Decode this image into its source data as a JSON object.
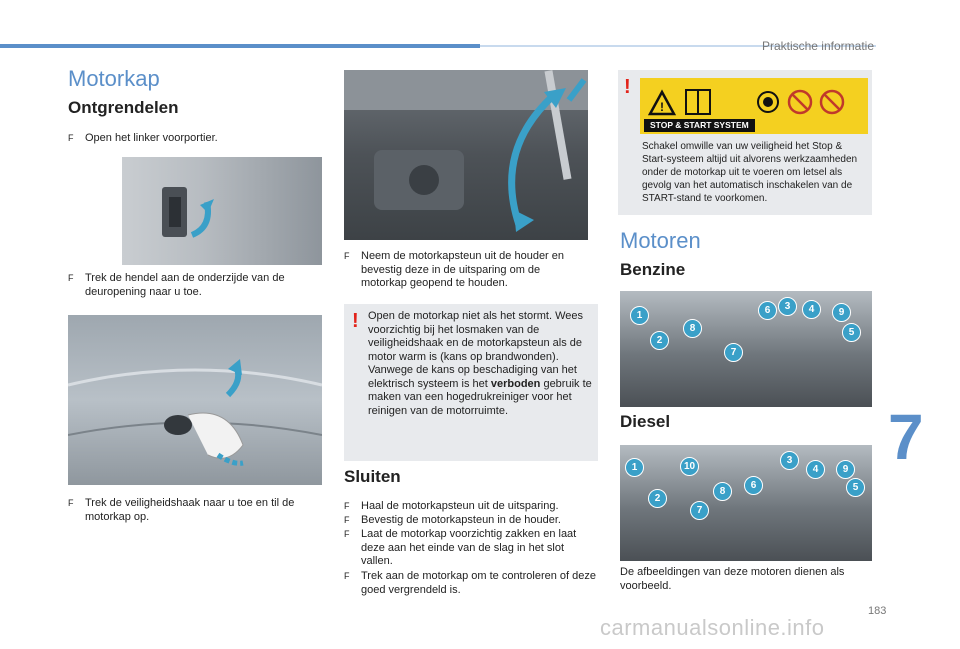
{
  "header": {
    "section": "Praktische informatie"
  },
  "left": {
    "title": "Motorkap",
    "subtitle": "Ontgrendelen",
    "step1": "Open het linker voorportier.",
    "step2": "Trek de hendel aan de onderzijde van de deuropening naar u toe.",
    "step3": "Trek de veiligheidshaak naar u toe en til de motorkap op.",
    "bullet": "F"
  },
  "middle": {
    "step4": "Neem de motorkapsteun uit de houder en bevestig deze in de uitsparing om de motorkap geopend te houden.",
    "warning": {
      "mark": "!",
      "text1": "Open de motorkap niet als het stormt. Wees voorzichtig bij het losmaken van de veiligheidshaak en de motorkapsteun als de motor warm is (kans op brandwonden). Vanwege de kans op beschadiging van het elektrisch systeem is het ",
      "bold": "verboden",
      "text2": " gebruik te maken van een hogedrukreiniger voor het reinigen van de motorruimte."
    },
    "close_title": "Sluiten",
    "close_steps": [
      "Haal de motorkapsteun uit de uitsparing.",
      "Bevestig de motorkapsteun in de houder.",
      "Laat de motorkap voorzichtig zakken en laat deze aan het einde van de slag in het slot vallen.",
      "Trek aan de motorkap om te controleren of deze goed vergrendeld is."
    ]
  },
  "right": {
    "warning": {
      "mark": "!",
      "label_text": "STOP & START SYSTEM",
      "text": "Schakel omwille van uw veiligheid het Stop & Start-systeem altijd uit alvorens werkzaamheden onder de motorkap uit te voeren om letsel als gevolg van het automatisch inschakelen van de START-stand te voorkomen."
    },
    "title": "Motoren",
    "petrol": "Benzine",
    "diesel": "Diesel",
    "petrol_numbers": [
      "1",
      "2",
      "8",
      "7",
      "6",
      "3",
      "4",
      "9",
      "5"
    ],
    "diesel_numbers": [
      "1",
      "10",
      "2",
      "8",
      "6",
      "7",
      "3",
      "4",
      "9",
      "5"
    ],
    "caption": "De afbeeldingen van deze motoren dienen als voorbeeld."
  },
  "chapter": "7",
  "page_number": "183",
  "watermark": "carmanualsonline.info",
  "colors": {
    "accent": "#5b8fc9",
    "warning": "#e2231a",
    "badge": "#3aa0c8",
    "label": "#f4d020"
  }
}
